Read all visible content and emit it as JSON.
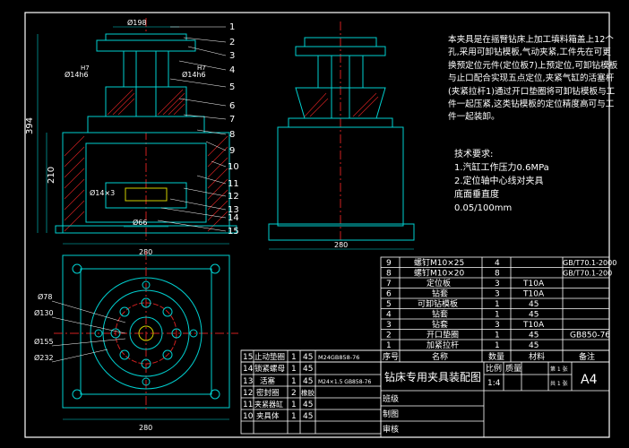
{
  "description": "本夹具是在摇臂钻床上加工填料箱盖上12个孔,采用可卸钻模板,气动夹紧,工件先在可更换预定位元件(定位板7)上预定位,可卸钻模板与止口配合实现五点定位,夹紧气缸的活塞杆(夹紧拉杆1)通过开口垫圈将可卸钻模板与工件一起压紧,这类钻模板的定位精度高可与工件一起装卸。",
  "requirements": {
    "title": "技术要求:",
    "items": [
      "1.汽缸工作压力0.6MPa",
      "2.定位轴中心线对夹具",
      "底面垂直度",
      "0.05/100mm"
    ]
  },
  "callouts": [
    "1",
    "2",
    "3",
    "4",
    "5",
    "6",
    "7",
    "8",
    "9",
    "10",
    "11",
    "12",
    "13",
    "14",
    "15"
  ],
  "dims": {
    "total_height": "394",
    "lower_height": "210",
    "d198": "Ø198",
    "d14h6_left": "Ø14h6",
    "d14h6_right": "Ø14h6",
    "d66": "Ø66",
    "d14x3": "Ø14×3",
    "front_width": "280",
    "side_width": "280",
    "d78": "Ø78",
    "d130": "Ø130",
    "d155": "Ø155",
    "d232": "Ø232",
    "plan_width": "280",
    "h1": "H7",
    "h2": "H7"
  },
  "parts_upper": [
    {
      "no": "9",
      "name": "螺钉M10×25",
      "qty": "4",
      "mat": "",
      "std": "GB/T70.1-2000"
    },
    {
      "no": "8",
      "name": "螺钉M10×20",
      "qty": "8",
      "mat": "",
      "std": "GB/T70.1-200"
    },
    {
      "no": "7",
      "name": "定位板",
      "qty": "3",
      "mat": "T10A",
      "std": ""
    },
    {
      "no": "6",
      "name": "钻套",
      "qty": "3",
      "mat": "T10A",
      "std": ""
    },
    {
      "no": "5",
      "name": "可卸钻模板",
      "qty": "1",
      "mat": "45",
      "std": ""
    },
    {
      "no": "4",
      "name": "钻套",
      "qty": "1",
      "mat": "45",
      "std": ""
    },
    {
      "no": "3",
      "name": "钻套",
      "qty": "3",
      "mat": "T10A",
      "std": ""
    },
    {
      "no": "2",
      "name": "开口垫圈",
      "qty": "1",
      "mat": "45",
      "std": "GB850-76"
    },
    {
      "no": "1",
      "name": "加紧拉杆",
      "qty": "1",
      "mat": "45",
      "std": ""
    }
  ],
  "header_row": {
    "no": "序号",
    "name": "名称",
    "qty": "数量",
    "mat": "材料",
    "rem": "备注"
  },
  "parts_left": [
    {
      "no": "15",
      "name": "止动垫圈",
      "qty": "1",
      "mat": "45",
      "std": "M24GB858-76"
    },
    {
      "no": "14",
      "name": "锁紧螺母",
      "qty": "1",
      "mat": "45",
      "std": ""
    },
    {
      "no": "13",
      "name": "活塞",
      "qty": "1",
      "mat": "45",
      "std": "M24×1.5 GB858-76"
    },
    {
      "no": "12",
      "name": "密封圈",
      "qty": "2",
      "mat": "橡胶",
      "std": ""
    },
    {
      "no": "11",
      "name": "夹紧器缸",
      "qty": "1",
      "mat": "45",
      "std": ""
    },
    {
      "no": "10",
      "name": "夹具体",
      "qty": "1",
      "mat": "45",
      "std": ""
    }
  ],
  "title_block": {
    "title": "钻床专用夹具装配图",
    "scale_label": "比例",
    "weight_label": "质量",
    "scale": "1:4",
    "sheet_a": "第 1 张",
    "sheet_b": "共 1 张",
    "size": "A4",
    "class": "班级",
    "drawn": "制图",
    "checked": "审核"
  }
}
